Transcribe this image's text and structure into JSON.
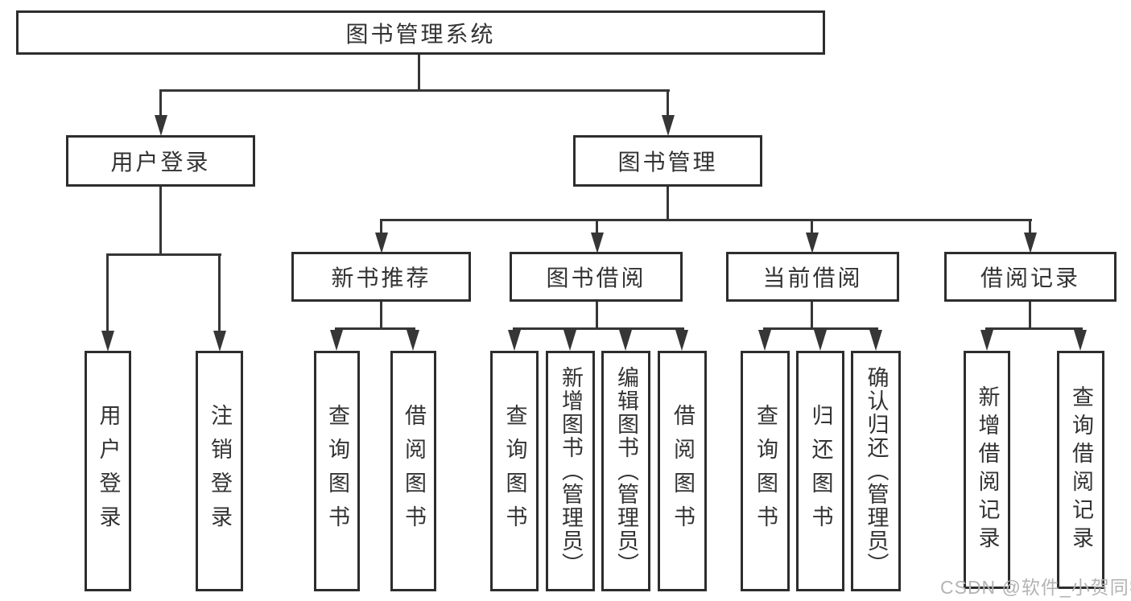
{
  "diagram": {
    "root": {
      "label": "图书管理系统"
    },
    "level2": {
      "user_login": {
        "label": "用户登录"
      },
      "book_management": {
        "label": "图书管理"
      }
    },
    "level3": {
      "new_book_recommend": {
        "label": "新书推荐"
      },
      "book_borrow": {
        "label": "图书借阅"
      },
      "current_borrow": {
        "label": "当前借阅"
      },
      "borrow_records": {
        "label": "借阅记录"
      }
    },
    "leaves": {
      "user_login": {
        "label": "用户登录"
      },
      "logout": {
        "label": "注销登录"
      },
      "recommend_query_books": {
        "label": "查询图书"
      },
      "recommend_borrow_books": {
        "label": "借阅图书"
      },
      "borrow_query_books": {
        "label": "查询图书"
      },
      "add_book_admin": {
        "label": "新增图书（管理员）"
      },
      "edit_book_admin": {
        "label": "编辑图书（管理员）"
      },
      "borrow_borrow_books": {
        "label": "借阅图书"
      },
      "current_query_books": {
        "label": "查询图书"
      },
      "return_book": {
        "label": "归还图书"
      },
      "confirm_return_admin": {
        "label": "确认归还（管理员）"
      },
      "add_borrow_record": {
        "label": "新增借阅记录"
      },
      "query_borrow_record": {
        "label": "查询借阅记录"
      }
    },
    "colors": {
      "line": "#363636",
      "border": "#2d2d2d",
      "text": "#333333",
      "background": "#ffffff",
      "watermark": "#b3b3b3"
    }
  },
  "watermark": {
    "text": "CSDN @软件_小贺同学"
  }
}
